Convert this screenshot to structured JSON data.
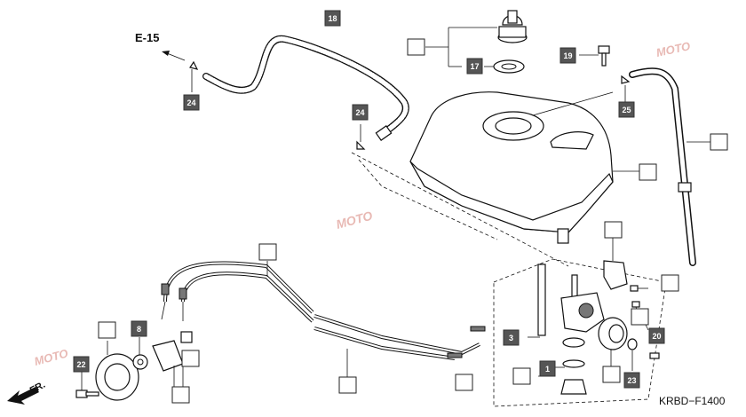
{
  "diagram_code": "KRBD−F1400",
  "reference_label": "E-15",
  "front_label": "FR.",
  "watermark_text": "MOTO",
  "callouts": [
    {
      "id": "c18",
      "number": "18"
    },
    {
      "id": "c24a",
      "number": "24"
    },
    {
      "id": "c24b",
      "number": "24"
    },
    {
      "id": "c17",
      "number": "17"
    },
    {
      "id": "c19",
      "number": "19"
    },
    {
      "id": "c25",
      "number": "25"
    },
    {
      "id": "c3",
      "number": "3"
    },
    {
      "id": "c1",
      "number": "1"
    },
    {
      "id": "c8",
      "number": "8"
    },
    {
      "id": "c22",
      "number": "22"
    },
    {
      "id": "c20",
      "number": "20"
    },
    {
      "id": "c23",
      "number": "23"
    }
  ],
  "colors": {
    "callout_fill": "#555555",
    "line": "#111111",
    "watermark": "#c0392b"
  }
}
